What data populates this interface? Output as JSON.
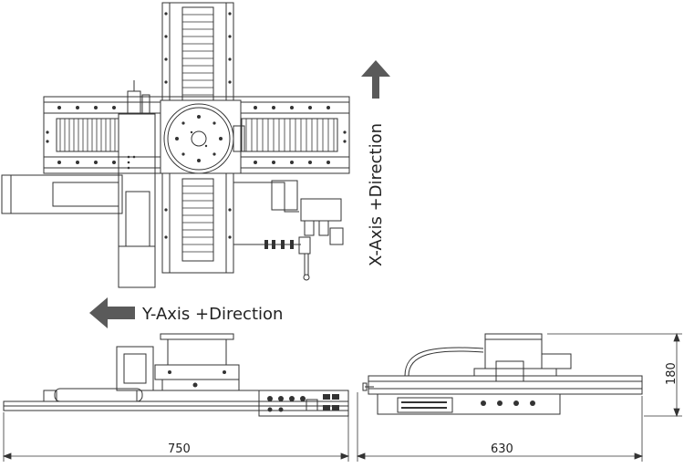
{
  "labels": {
    "y_axis": "Y-Axis +Direction",
    "x_axis": "X-Axis +Direction"
  },
  "dimensions": {
    "side_width": "750",
    "front_width": "630",
    "height": "180"
  },
  "colors": {
    "line": "#333333",
    "arrow": "#5a5a5a"
  }
}
